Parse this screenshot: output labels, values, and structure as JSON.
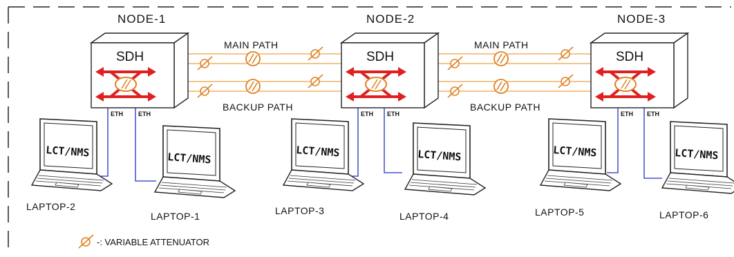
{
  "nodes": [
    {
      "title": "NODE-1",
      "device": "SDH",
      "eth_left": "ETH",
      "eth_right": "ETH"
    },
    {
      "title": "NODE-2",
      "device": "SDH",
      "eth_left": "ETH",
      "eth_right": "ETH"
    },
    {
      "title": "NODE-3",
      "device": "SDH",
      "eth_left": "ETH",
      "eth_right": "ETH"
    }
  ],
  "links": [
    {
      "main_label": "MAIN PATH",
      "backup_label": "BACKUP PATH"
    },
    {
      "main_label": "MAIN PATH",
      "backup_label": "BACKUP PATH"
    }
  ],
  "laptops": [
    {
      "screen": "LCT/NMS",
      "label": "LAPTOP-2"
    },
    {
      "screen": "LCT/NMS",
      "label": "LAPTOP-1"
    },
    {
      "screen": "LCT/NMS",
      "label": "LAPTOP-3"
    },
    {
      "screen": "LCT/NMS",
      "label": "LAPTOP-4"
    },
    {
      "screen": "LCT/NMS",
      "label": "LAPTOP-5"
    },
    {
      "screen": "LCT/NMS",
      "label": "LAPTOP-6"
    }
  ],
  "legend": {
    "text": "-: VARIABLE ATTENUATOR",
    "icon": "variable-attenuator-icon"
  },
  "colors": {
    "fiber": "#f0a040",
    "arrow": "#e02020",
    "eth_cable": "#2030c0",
    "border": "#222222"
  }
}
